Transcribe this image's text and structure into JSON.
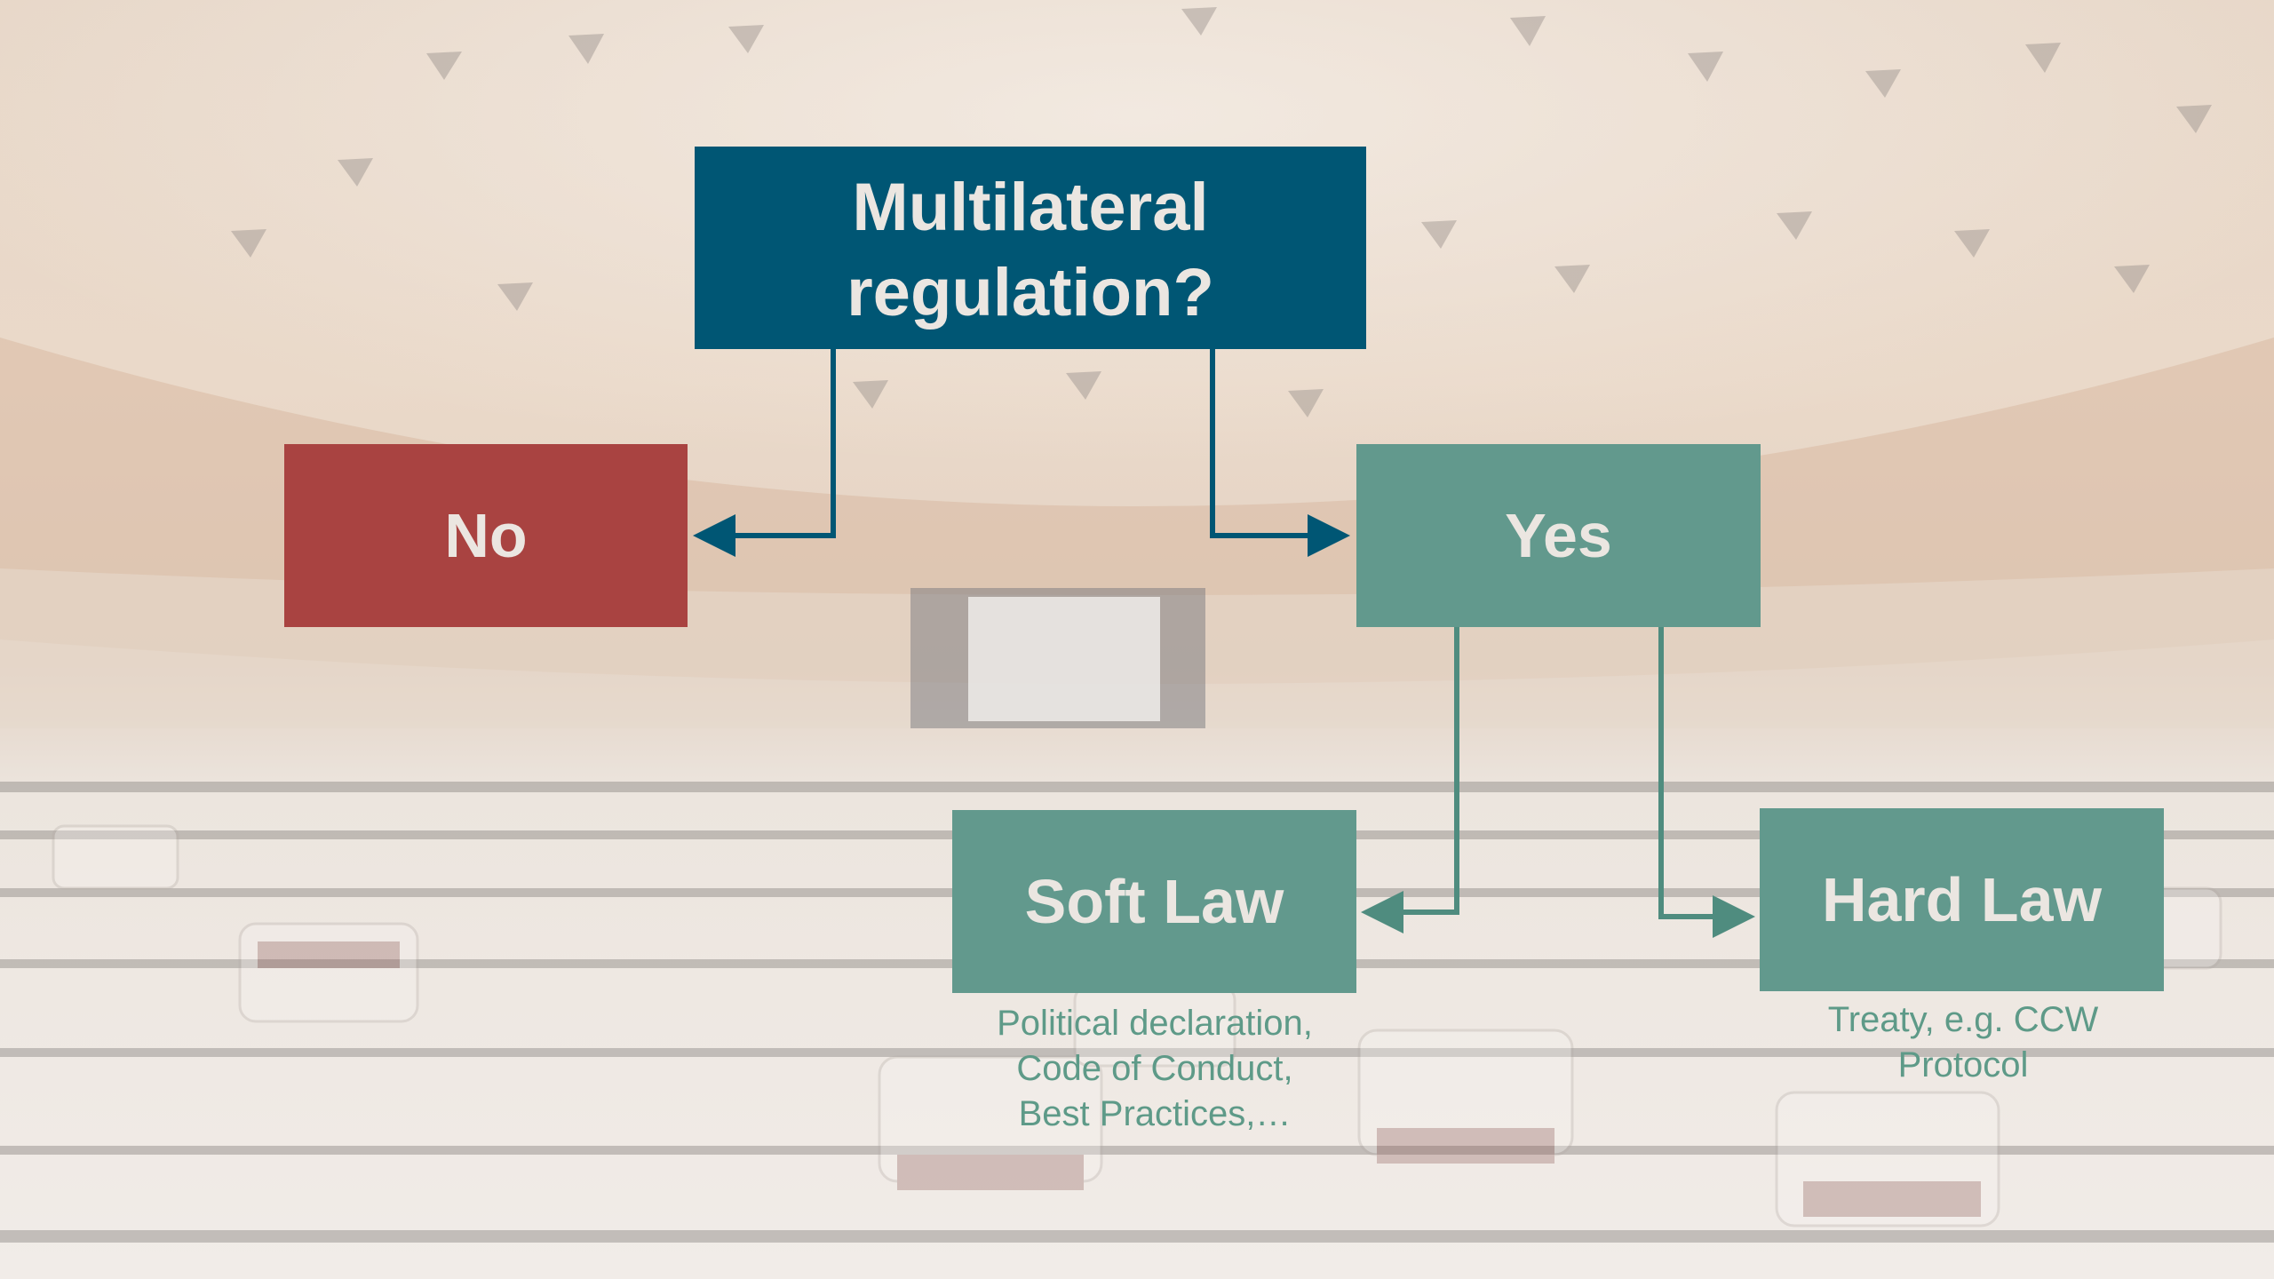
{
  "diagram": {
    "question": "Multilateral\nregulation?",
    "no": "No",
    "yes": "Yes",
    "soft_law": "Soft Law",
    "hard_law": "Hard Law",
    "soft_law_caption": "Political declaration,\nCode of Conduct,\nBest Practices,…",
    "hard_law_caption": "Treaty, e.g. CCW\nProtocol"
  },
  "colors": {
    "question_box": "#005674",
    "no_box": "#a94341",
    "yes_box": "#62998d",
    "law_box": "#62998d",
    "box_text": "#ebe6e1",
    "caption_text": "#5e9a88",
    "connector": "#005674",
    "connector_green": "#4f8c7f"
  }
}
